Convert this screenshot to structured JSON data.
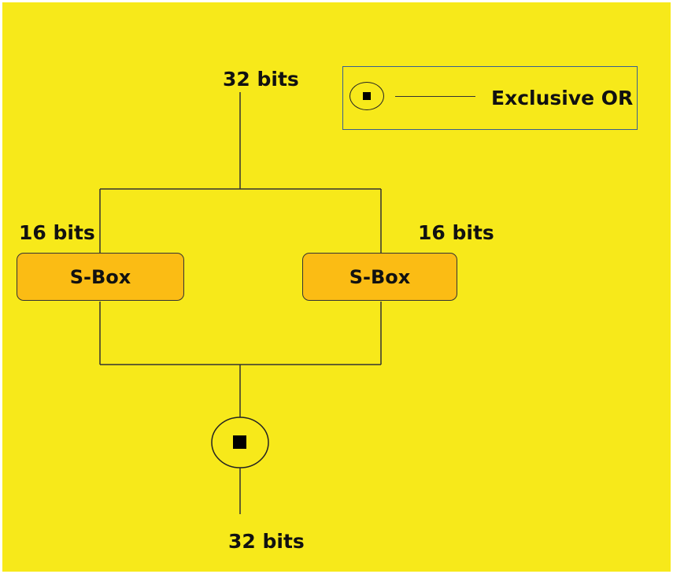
{
  "background_color": "#f7e91a",
  "sbox_color": "#fbbc14",
  "legend_border_color": "#3a5f8f",
  "labels": {
    "input_bits": "32 bits",
    "left_bits": "16 bits",
    "right_bits": "16 bits",
    "output_bits": "32 bits"
  },
  "sboxes": {
    "left": "S-Box",
    "right": "S-Box"
  },
  "legend": {
    "symbol_icon": "xor-circle-icon",
    "text": "Exclusive OR"
  },
  "xor_node": {
    "icon": "xor-circle-icon"
  }
}
